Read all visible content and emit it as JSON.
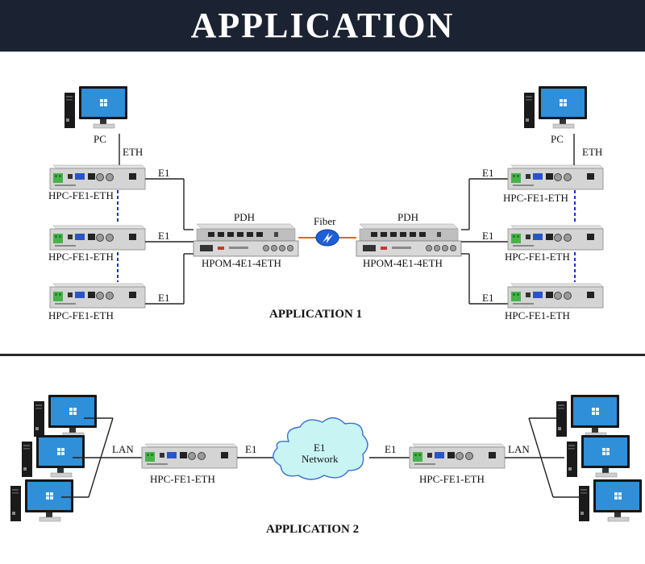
{
  "header": {
    "title": "APPLICATION"
  },
  "app1": {
    "caption": "APPLICATION 1",
    "left": {
      "pc": "PC",
      "eth": "ETH",
      "e1": "E1",
      "converter": "HPC-FE1-ETH"
    },
    "right": {
      "pc": "PC",
      "eth": "ETH",
      "e1": "E1",
      "converter": "HPC-FE1-ETH"
    },
    "pdh": {
      "label": "PDH",
      "model": "HPOM-4E1-4ETH"
    },
    "fiber": "Fiber"
  },
  "app2": {
    "caption": "APPLICATION 2",
    "lan": "LAN",
    "e1": "E1",
    "converter": "HPC-FE1-ETH",
    "cloud": {
      "line1": "E1",
      "line2": "Network"
    }
  },
  "colors": {
    "banner": "#1b2332",
    "dashed_link": "#1a2fd0",
    "fiber_link": "#e0691b",
    "fiber_badge": "#1f5fd6",
    "monitor_screen": "#2f8fd8"
  }
}
